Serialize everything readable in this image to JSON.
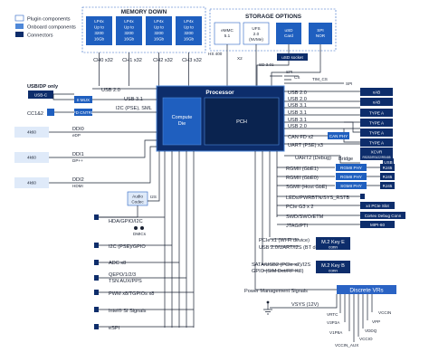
{
  "legend": [
    {
      "label": "Plugin components",
      "color": "#ffffff"
    },
    {
      "label": "Onboard components",
      "color": "#4f88d8"
    },
    {
      "label": "Connectors",
      "color": "#0d2d6b"
    }
  ],
  "memory": {
    "title": "MEMORY DOWN",
    "modules": [
      {
        "l1": "LP4x",
        "l2": "Up to",
        "l3": "3200",
        "l4": "16Gb"
      },
      {
        "l1": "LP4x",
        "l2": "Up to",
        "l3": "3200",
        "l4": "16Gb"
      },
      {
        "l1": "LP4x",
        "l2": "Up to",
        "l3": "3200",
        "l4": "16Gb"
      },
      {
        "l1": "LP4x",
        "l2": "Up to",
        "l3": "3200",
        "l4": "16Gb"
      }
    ],
    "channels": [
      "CH0 x32",
      "CH1 x32",
      "CH2 x32",
      "CH3 x32"
    ]
  },
  "storage": {
    "title": "STORAGE OPTIONS",
    "items": [
      {
        "l1": "eMMC",
        "l2": "5.1",
        "l3": ""
      },
      {
        "l1": "UFS",
        "l2": "2.0",
        "l3": "(NVMe)"
      },
      {
        "l1": "uSD",
        "l2": "Card",
        "l3": ""
      },
      {
        "l1": "SPI",
        "l2": "NOR",
        "l3": ""
      }
    ],
    "usd_socket": "uSD socket",
    "hs400": "HS 400",
    "x2": "X2",
    "sd": "SD 3.01"
  },
  "processor": {
    "title": "Processor",
    "compute": "Compute",
    "die": "Die",
    "pch": "PCH"
  },
  "left": {
    "usb_dp_only": "USB/DP only",
    "usbc": "USB-C",
    "cc12": "CC1&2",
    "chip1": "II MUX",
    "chip2": "PD CNTRL",
    "usb20": "USB 2.0",
    "usb31": "USB 3.1",
    "i2c": "I2C (PSE), SML",
    "ddi": [
      {
        "port": "4k60",
        "label": "DDI0",
        "sub": "eDP"
      },
      {
        "port": "4k60",
        "label": "DDI1",
        "sub": "DP++"
      },
      {
        "port": "4k60",
        "label": "DDI2",
        "sub": "HDMI"
      }
    ],
    "audio1": "Audio",
    "audio2": "Codec",
    "i2s": "I2S",
    "dmic": "DMICs",
    "signals": [
      "HDA/GPIO/I2C",
      "I2C (PSE)/GPIO",
      "ADC x8",
      "QEPO/1/2/3",
      "TSN AUX/PPS",
      "PWM x8/TGPIOs x8",
      "Intel® SI Signals",
      "eSPI"
    ]
  },
  "right": {
    "spi": "SPI",
    "cs": "CS",
    "tim_cs": "TIM_CS",
    "rows": [
      {
        "label": "USB 2.0",
        "box": "xAB"
      },
      {
        "label": "USB 2.0",
        "box": "xAB"
      },
      {
        "label": "USB 3.1",
        "box": "TYPE A"
      },
      {
        "label": "USB 3.1",
        "box": "TYPE A"
      },
      {
        "label": "USB 3.1",
        "box": "TYPE A"
      },
      {
        "label": "USB 2.0",
        "box": "TYPE A"
      }
    ],
    "can_fd": "CAN FD x2",
    "can_phy": "CAN PHY",
    "uart": "UART (PSE) x3",
    "xcvr": "XCVR",
    "xcvr_sub": "RS232/RS422/RS485",
    "uart2": "UART2 (Debug)",
    "bridge": "Bridge",
    "usb_box": "USB",
    "rgmii": [
      {
        "label": "RGMII (GbE1)",
        "phy": "RGMII PHY",
        "rj": "RJ45"
      },
      {
        "label": "RGMII (GbE0)",
        "phy": "RGMII PHY",
        "rj": "RJ45"
      },
      {
        "label": "SGMII (Host GbE)",
        "phy": "SGMII PHY",
        "rj": "RJ45"
      }
    ],
    "leds": "LEDs/PWRBTN/SYS_RSTB",
    "pcie": "PCIe G3 x 2",
    "pcie_box": "x4 PCIe Slot",
    "swd": "SWD/SWO/ETM",
    "swd_box": "Cortex Debug Conn",
    "jtag": "JTAG/PTI",
    "jtag_box": "MIPI-60",
    "m2e_sig1": "PCIe x1 (Wi-Fi device)",
    "m2e_sig2": "USB 2.0/UART/I2S (BT device)",
    "m2e_box": "M.2 Key E",
    "m2e_sub": "conn",
    "m2b_sig1": "SATA/USB2 (PCIe x2)/I2S",
    "m2b_sig2": "GPIO (SIM Det/RF Kill)",
    "m2b_box": "M.2 Key B",
    "m2b_sub": "conn",
    "pm": "Power Management Signals",
    "vrs": "Discrete VRs",
    "vsys": "VSYS (12V)",
    "rails": [
      "VRTC",
      "V3P3A",
      "V1P8A",
      "VCCIN_AUX",
      "VCCIO",
      "VDDQ",
      "VPP",
      "VCCIN"
    ]
  }
}
